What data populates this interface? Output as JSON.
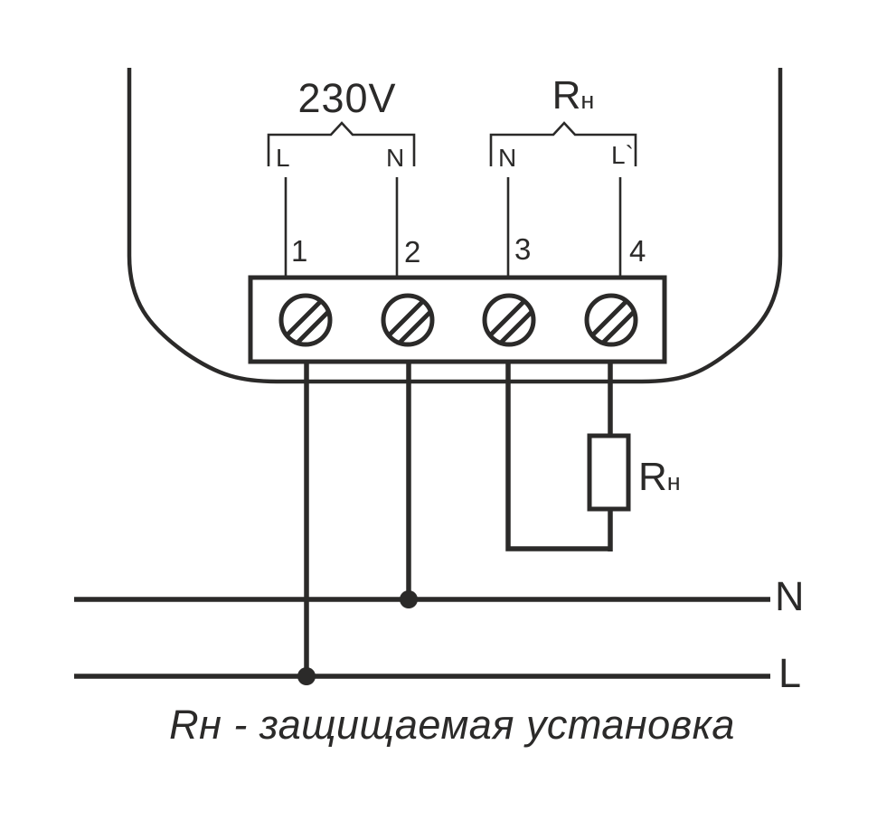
{
  "colors": {
    "line": "#2b2a29",
    "background": "#ffffff"
  },
  "device": {
    "input_group": {
      "label": "230V",
      "pins": [
        {
          "number": "1",
          "terminal": "L"
        },
        {
          "number": "2",
          "terminal": "N"
        }
      ]
    },
    "output_group": {
      "label_main": "R",
      "label_sub": "н",
      "pins": [
        {
          "number": "3",
          "terminal": "N"
        },
        {
          "number": "4",
          "terminal": "L`"
        }
      ]
    }
  },
  "load_resistor": {
    "label_main": "R",
    "label_sub": "н"
  },
  "bus": {
    "neutral_label": "N",
    "line_label": "L"
  },
  "caption": "Rн - защищаемая установка"
}
